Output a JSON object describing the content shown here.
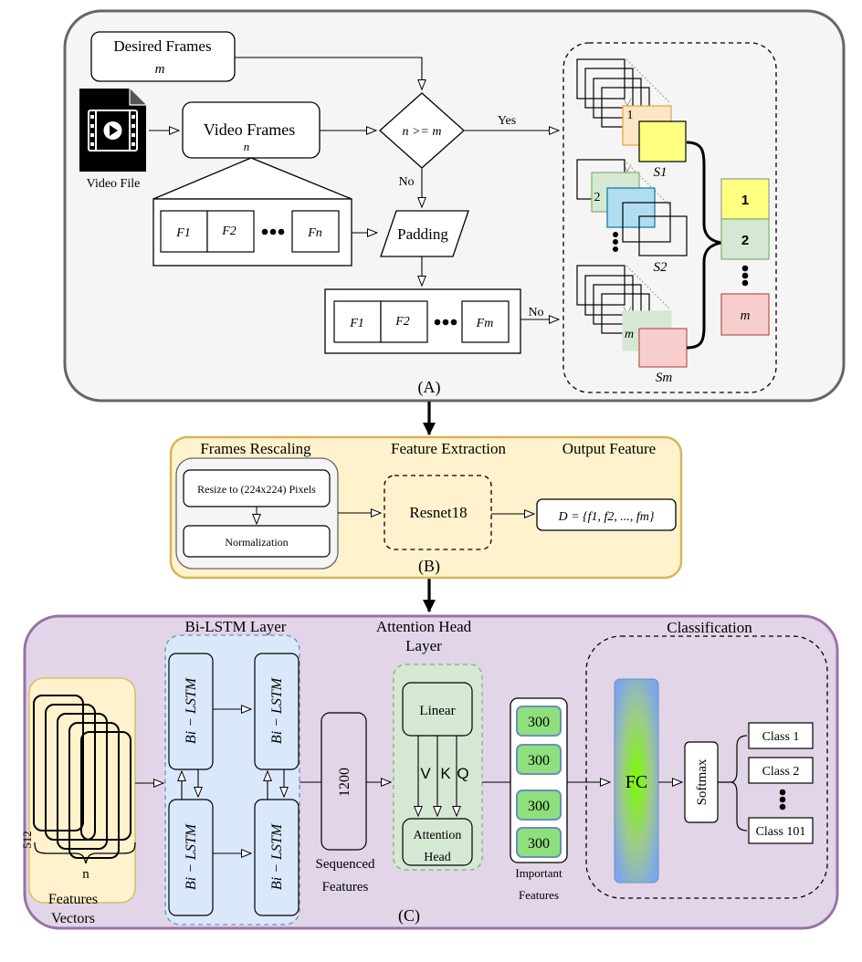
{
  "panel_a": {
    "caption": "(A)",
    "desired_frames_label": "Desired Frames",
    "desired_frames_var": "m",
    "video_frames_label": "Video Frames",
    "video_frames_var": "n",
    "video_file_label": "Video File",
    "condition": "n >= m",
    "yes_label": "Yes",
    "no_label_down": "No",
    "no_label_right": "No",
    "padding_label": "Padding",
    "frames_n": [
      "F1",
      "F2",
      "Fn"
    ],
    "frames_m": [
      "F1",
      "F2",
      "Fm"
    ],
    "stack_labels": [
      "1",
      "2",
      "m"
    ],
    "set_labels": [
      "S1",
      "S2",
      "Sm"
    ],
    "output_list": [
      "1",
      "2",
      "m"
    ]
  },
  "panel_b": {
    "caption": "(B)",
    "frames_rescaling_title": "Frames Rescaling",
    "feature_extraction_title": "Feature Extraction",
    "output_feature_title": "Output Feature",
    "resize_label": "Resize to (224x224) Pixels",
    "normalization_label": "Normalization",
    "resnet_label": "Resnet18",
    "output_formula": "D = {f1, f2, ..., fm}"
  },
  "panel_c": {
    "caption": "(C)",
    "bilstm_title": "Bi-LSTM Layer",
    "attention_title_1": "Attention Head",
    "attention_title_2": "Layer",
    "classification_title": "Classification",
    "feature_dim": "512",
    "feature_n": "n",
    "features_vectors_1": "Features",
    "features_vectors_2": "Vectors",
    "bilstm_cell": "Bi − LSTM",
    "seq_value": "1200",
    "seq_label_1": "Sequenced",
    "seq_label_2": "Features",
    "linear_label": "Linear",
    "vkq": [
      "V",
      "K",
      "Q"
    ],
    "attention_head_1": "Attention",
    "attention_head_2": "Head",
    "important_values": [
      "300",
      "300",
      "300",
      "300"
    ],
    "important_label_1": "Important",
    "important_label_2": "Features",
    "fc_label": "FC",
    "softmax_label": "Softmax",
    "classes": [
      "Class 1",
      "Class 2",
      "Class 101"
    ]
  }
}
